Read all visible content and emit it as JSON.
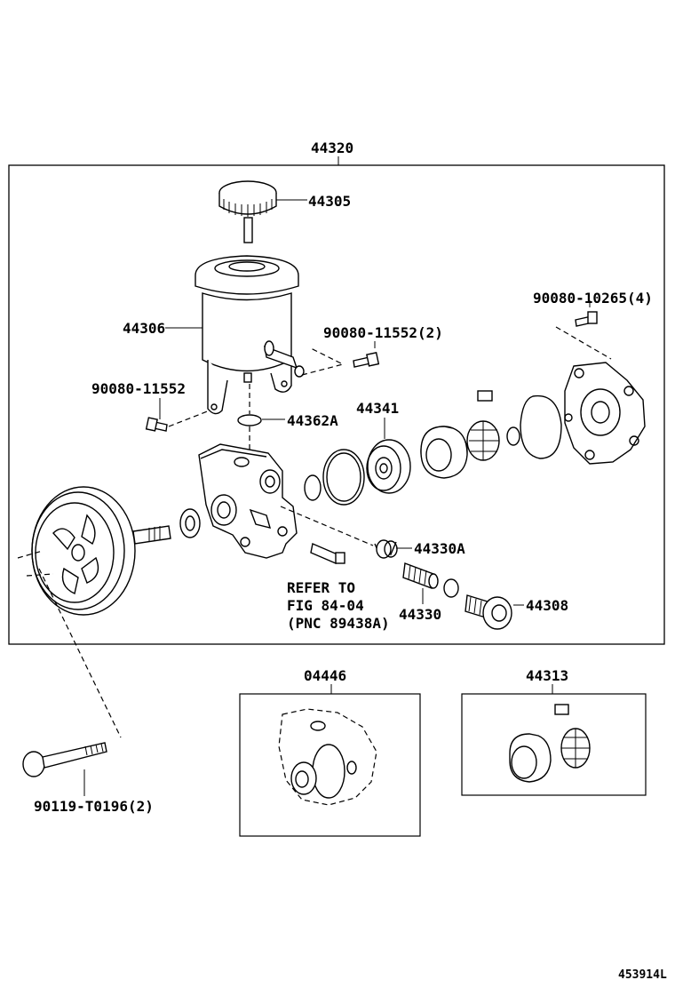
{
  "labels": {
    "assembly": "44320",
    "cap": "44305",
    "reservoir": "44306",
    "bolt_reservoir_right": "90080-11552(2)",
    "bolt_reservoir_left": "90080-11552",
    "bolt_cover": "90080-10265(4)",
    "oring": "44362A",
    "bearing_ring": "44341",
    "spring": "44330A",
    "valve": "44330",
    "union": "44308",
    "refer_line1": "REFER TO",
    "refer_line2": "FIG 84-04",
    "refer_line3": "(PNC 89438A)",
    "gasket_kit": "04446",
    "rotor_kit": "44313",
    "pulley_bolt": "90119-T0196(2)",
    "diagram_id": "453914L"
  }
}
